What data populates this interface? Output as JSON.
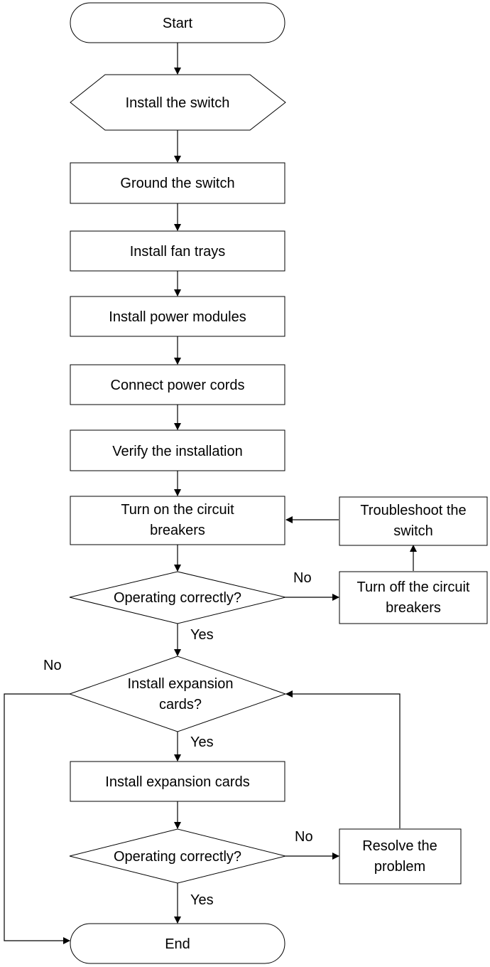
{
  "nodes": {
    "start": "Start",
    "install_switch": "Install the switch",
    "ground_switch": "Ground the switch",
    "install_fan_trays": "Install fan trays",
    "install_power_modules": "Install power modules",
    "connect_power_cords": "Connect power cords",
    "verify_installation": "Verify the installation",
    "turn_on_breakers": {
      "line1": "Turn on the circuit",
      "line2": "breakers"
    },
    "operating_correctly_1": "Operating correctly?",
    "troubleshoot_switch": {
      "line1": "Troubleshoot the",
      "line2": "switch"
    },
    "turn_off_breakers": {
      "line1": "Turn off the circuit",
      "line2": "breakers"
    },
    "install_expansion_decision": {
      "line1": "Install expansion",
      "line2": "cards?"
    },
    "install_expansion_cards": "Install expansion cards",
    "operating_correctly_2": "Operating correctly?",
    "resolve_problem": {
      "line1": "Resolve the",
      "line2": "problem"
    },
    "end": "End"
  },
  "edge_labels": {
    "decision1_no": "No",
    "decision1_yes": "Yes",
    "expansion_no": "No",
    "expansion_yes": "Yes",
    "decision2_no": "No",
    "decision2_yes": "Yes"
  }
}
